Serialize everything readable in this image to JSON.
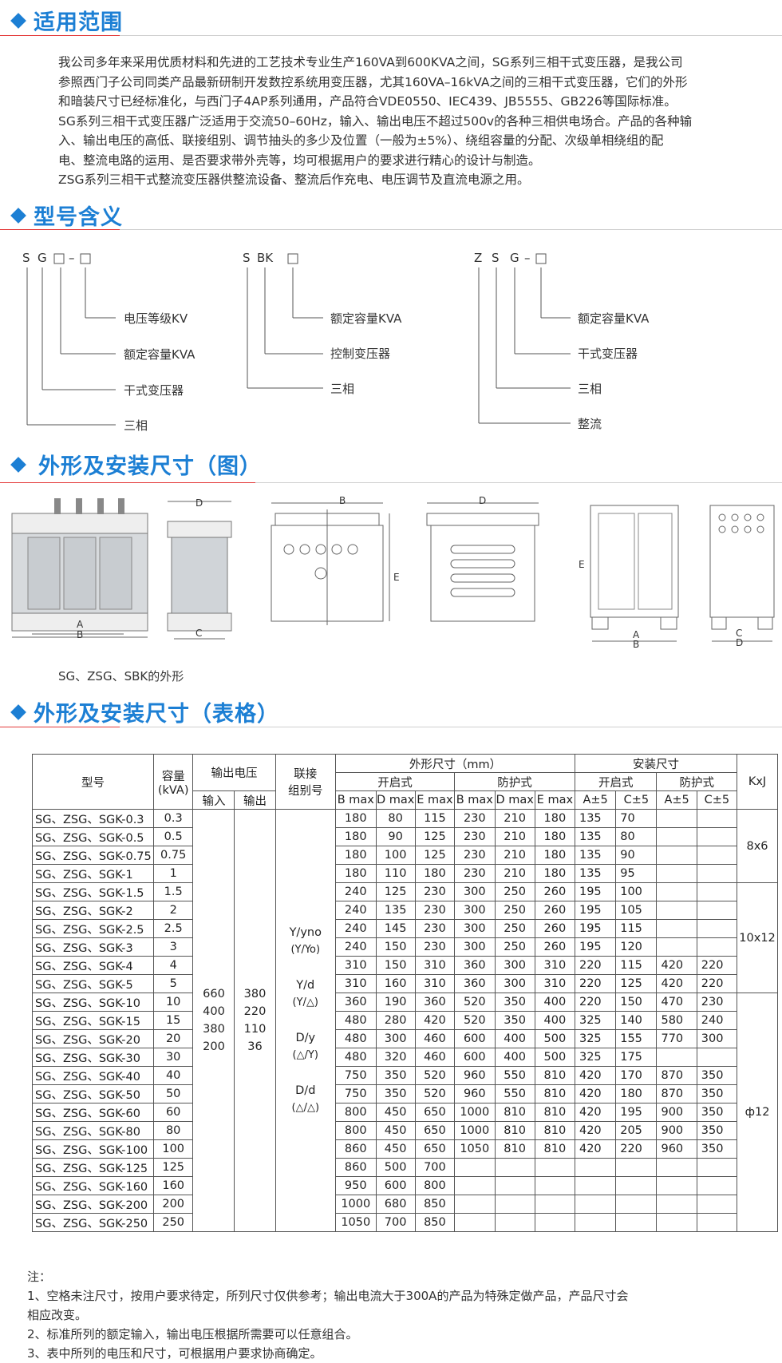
{
  "sections": {
    "scope": "适用范围",
    "model": "型号含义",
    "outline_fig": "外形及安装尺寸（图）",
    "outline_table": "外形及安装尺寸（表格）"
  },
  "intro": [
    "我公司多年来采用优质材料和先进的工艺技术专业生产160VA到600KVA之间，SG系列三相干式变压器，是我公司",
    "参照西门子公司同类产品最新研制开发数控系统用变压器，尤其160VA–16kVA之间的三相干式变压器，它们的外形",
    "和暗装尺寸已经标准化，与西门子4AP系列通用，产品符合VDE0550、IEC439、JB5555、GB226等国际标准。",
    "SG系列三相干式变压器广泛适用于交流50–60Hz，输入、输出电压不超过500v的各种三相供电场合。产品的各种输",
    "入、输出电压的高低、联接组别、调节抽头的多少及位置（一般为±5%）、绕组容量的分配、次级单相绕组的配",
    "电、整流电路的运用、是否要求带外壳等，均可根据用户的要求进行精心的设计与制造。",
    "ZSG系列三相干式整流变压器供整流设备、整流后作充电、电压调节及直流电源之用。"
  ],
  "model_diagrams": [
    {
      "code": [
        "S",
        "G",
        "□",
        "–",
        "□"
      ],
      "labels": [
        "电压等级KV",
        "额定容量KVA",
        "干式变压器",
        "三相"
      ]
    },
    {
      "code": [
        "S",
        "BK",
        "□"
      ],
      "labels": [
        "额定容量KVA",
        "控制变压器",
        "三相"
      ]
    },
    {
      "code": [
        "Z",
        "S",
        "G",
        "–",
        "□"
      ],
      "labels": [
        "额定容量KVA",
        "干式变压器",
        "三相",
        "整流"
      ]
    }
  ],
  "figure": {
    "caption": "SG、ZSG、SBK的外形",
    "dim_labels": {
      "a": "A",
      "b": "B",
      "c": "C",
      "d": "D",
      "e": "E"
    }
  },
  "table": {
    "h": {
      "model": "型号",
      "capacity": "容量",
      "capacity_unit": "(kVA)",
      "out_voltage": "输出电压",
      "in": "输入",
      "out": "输出",
      "conn": "联接",
      "conn2": "组别号",
      "outline": "外形尺寸（mm）",
      "open": "开启式",
      "protect": "防护式",
      "bmax": "B max",
      "dmax": "D max",
      "emax": "E max",
      "install": "安装尺寸",
      "a5": "A±5",
      "c5": "C±5",
      "kxj": "KxJ"
    },
    "in_voltages": [
      "660",
      "400",
      "380",
      "200"
    ],
    "out_voltages": [
      "380",
      "220",
      "110",
      "36"
    ],
    "conn_groups": [
      "Y/yno",
      "(Y/Yo)",
      "Y/d",
      "(Y/△)",
      "D/y",
      "(△/Y)",
      "D/d",
      "(△/△)"
    ],
    "kxj": [
      "8x6",
      "10x12",
      "ф12"
    ],
    "rows": [
      [
        "SG、ZSG、SGK-0.3",
        "0.3",
        "180",
        "80",
        "115",
        "230",
        "210",
        "180",
        "135",
        "70",
        "",
        ""
      ],
      [
        "SG、ZSG、SGK-0.5",
        "0.5",
        "180",
        "90",
        "125",
        "230",
        "210",
        "180",
        "135",
        "80",
        "",
        ""
      ],
      [
        "SG、ZSG、SGK-0.75",
        "0.75",
        "180",
        "100",
        "125",
        "230",
        "210",
        "180",
        "135",
        "90",
        "",
        ""
      ],
      [
        "SG、ZSG、SGK-1",
        "1",
        "180",
        "110",
        "180",
        "230",
        "210",
        "180",
        "135",
        "95",
        "",
        ""
      ],
      [
        "SG、ZSG、SGK-1.5",
        "1.5",
        "240",
        "125",
        "230",
        "300",
        "250",
        "260",
        "195",
        "100",
        "",
        ""
      ],
      [
        "SG、ZSG、SGK-2",
        "2",
        "240",
        "135",
        "230",
        "300",
        "250",
        "260",
        "195",
        "105",
        "",
        ""
      ],
      [
        "SG、ZSG、SGK-2.5",
        "2.5",
        "240",
        "145",
        "230",
        "300",
        "250",
        "260",
        "195",
        "115",
        "",
        ""
      ],
      [
        "SG、ZSG、SGK-3",
        "3",
        "240",
        "150",
        "230",
        "300",
        "250",
        "260",
        "195",
        "120",
        "",
        ""
      ],
      [
        "SG、ZSG、SGK-4",
        "4",
        "310",
        "150",
        "310",
        "360",
        "300",
        "310",
        "220",
        "115",
        "420",
        "220"
      ],
      [
        "SG、ZSG、SGK-5",
        "5",
        "310",
        "160",
        "310",
        "360",
        "300",
        "310",
        "220",
        "125",
        "420",
        "220"
      ],
      [
        "SG、ZSG、SGK-10",
        "10",
        "360",
        "190",
        "360",
        "520",
        "350",
        "400",
        "220",
        "150",
        "470",
        "230"
      ],
      [
        "SG、ZSG、SGK-15",
        "15",
        "480",
        "280",
        "420",
        "520",
        "350",
        "400",
        "325",
        "140",
        "580",
        "240"
      ],
      [
        "SG、ZSG、SGK-20",
        "20",
        "480",
        "300",
        "460",
        "600",
        "400",
        "500",
        "325",
        "155",
        "770",
        "300"
      ],
      [
        "SG、ZSG、SGK-30",
        "30",
        "480",
        "320",
        "460",
        "600",
        "400",
        "500",
        "325",
        "175",
        "",
        ""
      ],
      [
        "SG、ZSG、SGK-40",
        "40",
        "750",
        "350",
        "520",
        "960",
        "550",
        "810",
        "420",
        "170",
        "870",
        "350"
      ],
      [
        "SG、ZSG、SGK-50",
        "50",
        "750",
        "350",
        "520",
        "960",
        "550",
        "810",
        "420",
        "180",
        "870",
        "350"
      ],
      [
        "SG、ZSG、SGK-60",
        "60",
        "800",
        "450",
        "650",
        "1000",
        "810",
        "810",
        "420",
        "195",
        "900",
        "350"
      ],
      [
        "SG、ZSG、SGK-80",
        "80",
        "800",
        "450",
        "650",
        "1000",
        "810",
        "810",
        "420",
        "205",
        "900",
        "350"
      ],
      [
        "SG、ZSG、SGK-100",
        "100",
        "860",
        "450",
        "650",
        "1050",
        "810",
        "810",
        "420",
        "220",
        "960",
        "350"
      ],
      [
        "SG、ZSG、SGK-125",
        "125",
        "860",
        "500",
        "700",
        "",
        "",
        "",
        "",
        "",
        "",
        ""
      ],
      [
        "SG、ZSG、SGK-160",
        "160",
        "950",
        "600",
        "800",
        "",
        "",
        "",
        "",
        "",
        "",
        ""
      ],
      [
        "SG、ZSG、SGK-200",
        "200",
        "1000",
        "680",
        "850",
        "",
        "",
        "",
        "",
        "",
        "",
        ""
      ],
      [
        "SG、ZSG、SGK-250",
        "250",
        "1050",
        "700",
        "850",
        "",
        "",
        "",
        "",
        "",
        "",
        ""
      ]
    ]
  },
  "notes": {
    "title": "注：",
    "n1a": "1、空格未注尺寸，按用户要求待定，所列尺寸仅供参考；输出电流大于300A的产品为特殊定做产品，产品尺寸会",
    "n1b": "相应改变。",
    "n2": "2、标准所列的额定输入，输出电压根据所需要可以任意组合。",
    "n3": "3、表中所列的电压和尺寸，可根据用户要求协商确定。"
  }
}
